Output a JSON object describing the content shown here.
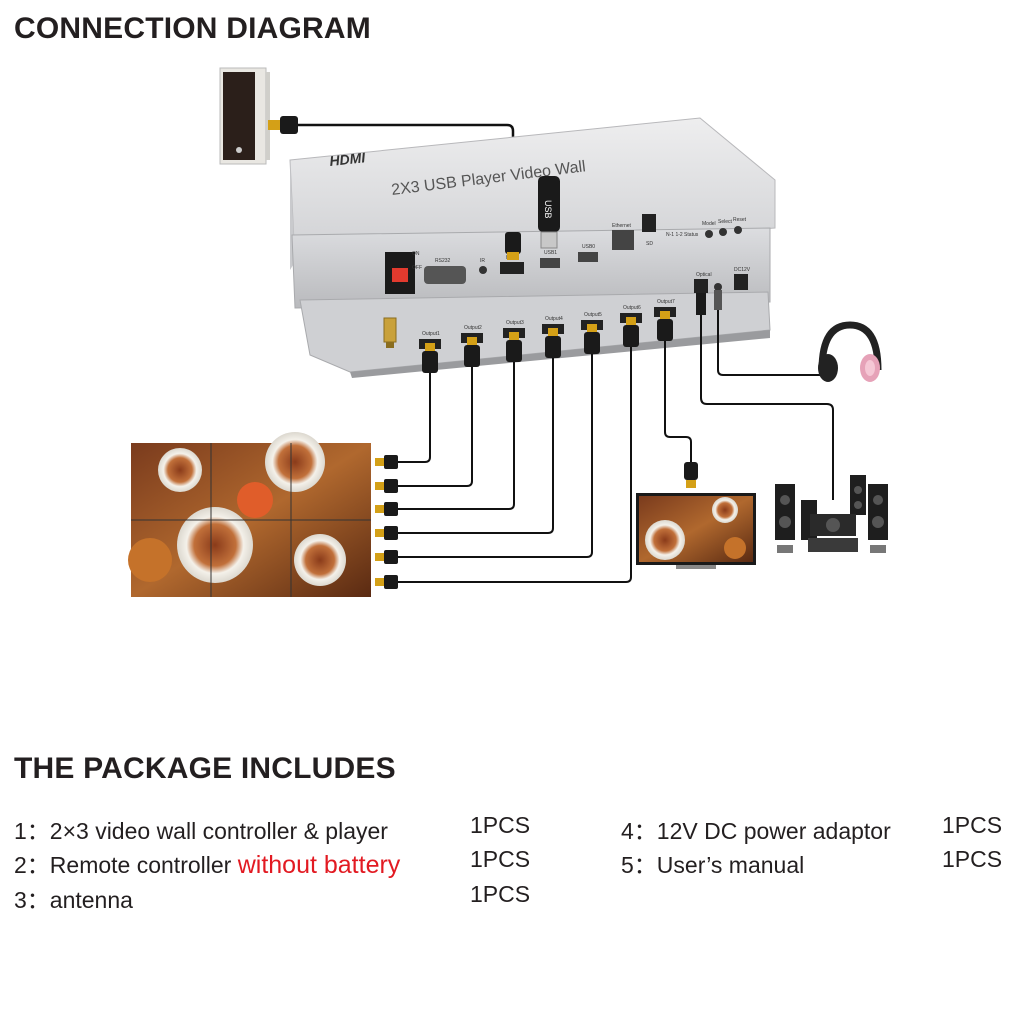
{
  "connection": {
    "title": "CONNECTION DIAGRAM",
    "device": {
      "brand": "HDMI",
      "model": "2X3 USB Player Video Wall",
      "usb_stick_label": "USB",
      "ports_top": {
        "on": "ON",
        "off": "OFF",
        "rs232": "RS232",
        "ir": "IR",
        "hdmi_in": "HDMI",
        "usb1": "USB1",
        "usb0": "USB0",
        "ethernet": "Ethernet",
        "sd": "SD",
        "status": "N-1  1-2  Status",
        "model": "Model",
        "select": "Select",
        "reset": "Reset",
        "optical": "Optical",
        "dc": "DC12V"
      },
      "outputs": [
        "Output1",
        "Output2",
        "Output3",
        "Output4",
        "Output5",
        "Output6",
        "Output7"
      ]
    }
  },
  "package": {
    "title": "THE PACKAGE INCLUDES",
    "items": [
      {
        "num": "1：",
        "name": "2×3 video wall controller & player",
        "highlight": "",
        "qty": "1PCS"
      },
      {
        "num": "2：",
        "name": "Remote controller ",
        "highlight": "without battery",
        "qty": "1PCS"
      },
      {
        "num": "3：",
        "name": "antenna",
        "highlight": "",
        "qty": "1PCS"
      },
      {
        "num": "4：",
        "name": "12V DC power adaptor",
        "highlight": "",
        "qty": "1PCS"
      },
      {
        "num": "5：",
        "name": "User’s manual",
        "highlight": "",
        "qty": "1PCS"
      }
    ],
    "colors": {
      "highlight": "#e21a22",
      "text": "#231f20"
    }
  }
}
